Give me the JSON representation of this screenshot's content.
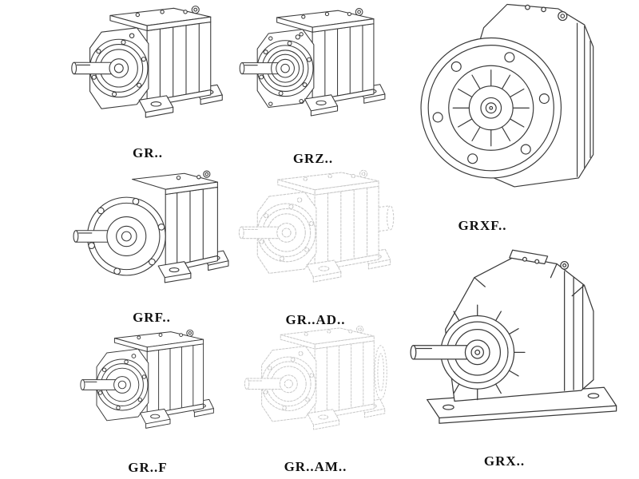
{
  "items": [
    {
      "id": "gr",
      "label": "GR..",
      "style": "solid"
    },
    {
      "id": "grz",
      "label": "GRZ..",
      "style": "solid"
    },
    {
      "id": "grxf",
      "label": "GRXF..",
      "style": "solid"
    },
    {
      "id": "grf",
      "label": "GRF..",
      "style": "solid"
    },
    {
      "id": "gr-ad",
      "label": "GR..AD..",
      "style": "ghost"
    },
    {
      "id": "gr-f",
      "label": "GR..F",
      "style": "solid"
    },
    {
      "id": "gr-am",
      "label": "GR..AM..",
      "style": "ghost"
    },
    {
      "id": "grx",
      "label": "GRX..",
      "style": "solid"
    }
  ],
  "colors": {
    "background": "#ffffff",
    "line": "#3a3a3a",
    "ghost_line": "#c9c9c9",
    "label_text": "#101010"
  }
}
